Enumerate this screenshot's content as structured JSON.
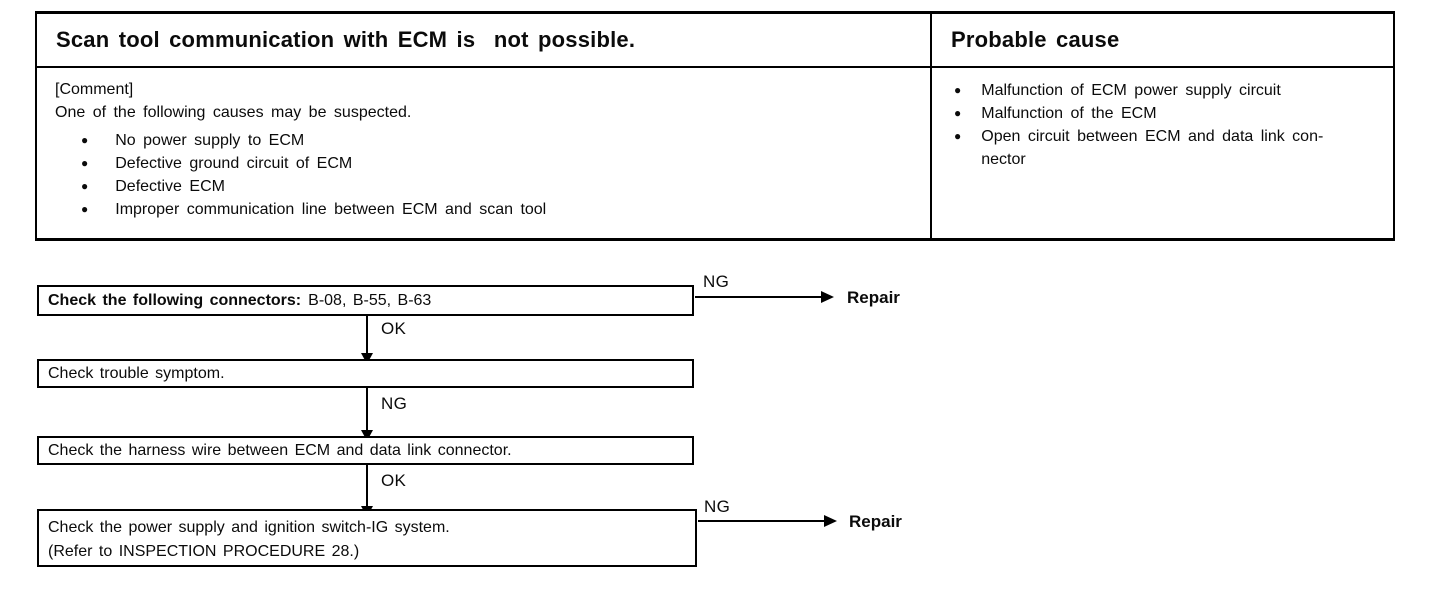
{
  "document": {
    "symptom_title": "Scan tool communication with ECM is  not possible.",
    "probable_cause_title": "Probable cause",
    "comment_label": "[Comment]",
    "comment_text": "One of the following causes may be suspected.",
    "symptom_bullets": [
      "No power supply to ECM",
      "Defective ground circuit of ECM",
      "Defective ECM",
      "Improper communication line between ECM and scan tool"
    ],
    "cause_bullets": [
      "Malfunction of ECM power supply circuit",
      "Malfunction of the ECM",
      "Open circuit between ECM and data link con-\nnector"
    ]
  },
  "flow": {
    "step1_bold": "Check the following connectors:",
    "step1_rest": "B-08, B-55, B-63",
    "step1_branch": "NG",
    "step1_result": "Repair",
    "step1_pass": "OK",
    "step2_text": "Check trouble symptom.",
    "step2_branch": "NG",
    "step3_text": "Check the harness wire between ECM and data link connector.",
    "step3_pass": "OK",
    "step4_text": "Check the power supply and ignition switch-IG system.\n(Refer to INSPECTION PROCEDURE 28.)",
    "step4_branch": "NG",
    "step4_result": "Repair"
  }
}
